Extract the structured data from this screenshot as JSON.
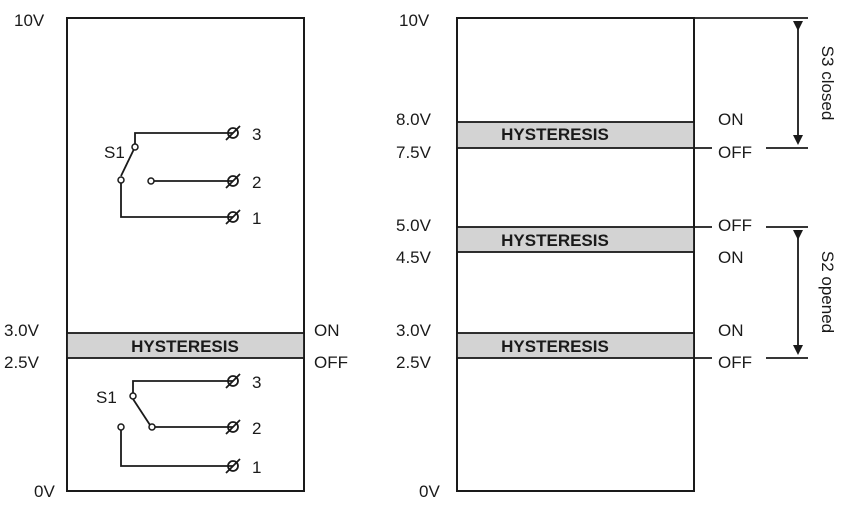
{
  "left_panel": {
    "top_voltage": "10V",
    "bottom_voltage": "0V",
    "band": {
      "upper_voltage": "3.0V",
      "lower_voltage": "2.5V",
      "label": "HYSTERESIS",
      "upper_state": "ON",
      "lower_state": "OFF"
    },
    "switch_upper": {
      "name": "S1",
      "terminals": [
        "3",
        "2",
        "1"
      ]
    },
    "switch_lower": {
      "name": "S1",
      "terminals": [
        "3",
        "2",
        "1"
      ]
    }
  },
  "right_panel": {
    "top_voltage": "10V",
    "bottom_voltage": "0V",
    "bands": [
      {
        "upper_voltage": "8.0V",
        "lower_voltage": "7.5V",
        "label": "HYSTERESIS",
        "upper_state": "ON",
        "lower_state": "OFF"
      },
      {
        "upper_voltage": "5.0V",
        "lower_voltage": "4.5V",
        "label": "HYSTERESIS",
        "upper_state": "OFF",
        "lower_state": "ON"
      },
      {
        "upper_voltage": "3.0V",
        "lower_voltage": "2.5V",
        "label": "HYSTERESIS",
        "upper_state": "ON",
        "lower_state": "OFF"
      }
    ],
    "range_s3": "S3 closed",
    "range_s2": "S2 opened"
  }
}
